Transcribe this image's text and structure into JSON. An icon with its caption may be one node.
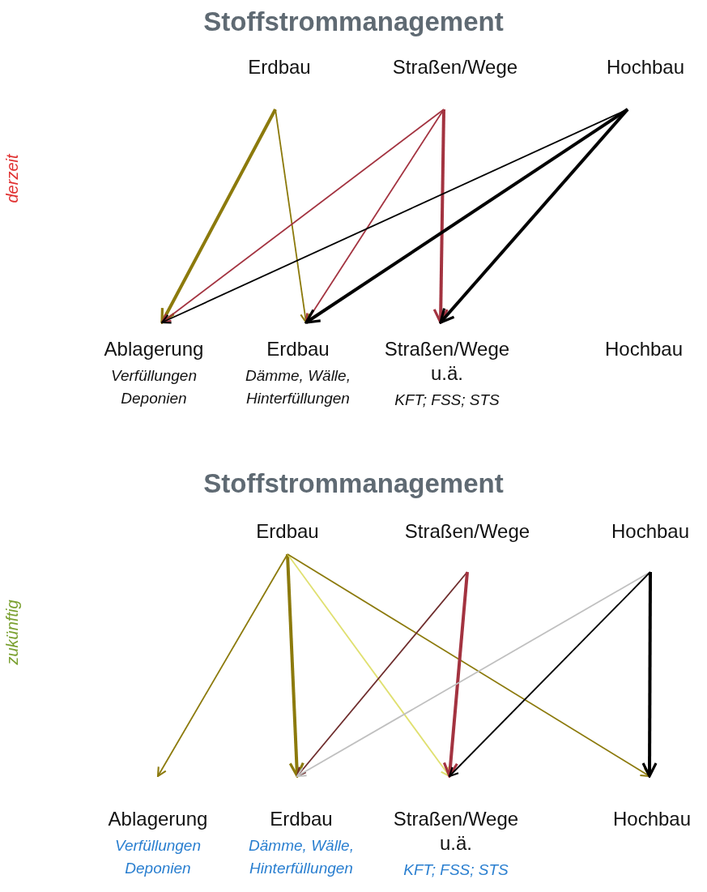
{
  "diagram": {
    "title": "Stoffstrommanagement",
    "nodes": [
      {
        "text": [
          "Erdbau"
        ]
      },
      {
        "text": [
          "Straßen/Wege"
        ]
      },
      {
        "text": [
          "Hochbau"
        ]
      },
      {
        "text": [
          "Ablagerung",
          "Verfüllungen Deponien"
        ]
      },
      {
        "text": [
          "Erdbau",
          "Dämme, Wälle, Hinterfüllungen"
        ]
      },
      {
        "text": [
          "Straßen/Wege u.ä.",
          "KFT; FSS; STS"
        ]
      },
      {
        "text": [
          "Hochbau"
        ]
      },
      {
        "text": [
          "Erdbau"
        ]
      },
      {
        "text": [
          "Straßen/Wege"
        ]
      },
      {
        "text": [
          "Hochbau"
        ]
      },
      {
        "text": [
          "Ablagerung",
          "Verfüllungen Deponien"
        ]
      },
      {
        "text": [
          "Erdbau",
          "Dämme, Wälle, Hinterfüllungen"
        ]
      },
      {
        "text": [
          "Straßen/Wege u.ä.",
          "KFT; FSS; STS"
        ]
      },
      {
        "text": [
          "Hochbau"
        ]
      }
    ],
    "edges": [
      {
        "from": 0,
        "to": 3,
        "arrow": "to",
        "style": "thick",
        "color": "#8c7a0c"
      },
      {
        "from": 0,
        "to": 4,
        "arrow": "to",
        "color": "#8c7a0c"
      },
      {
        "from": 1,
        "to": 3,
        "arrow": "to",
        "color": "#a33340"
      },
      {
        "from": 1,
        "to": 4,
        "arrow": "to",
        "color": "#a33340"
      },
      {
        "from": 1,
        "to": 5,
        "arrow": "to",
        "style": "thick",
        "color": "#a33340"
      },
      {
        "from": 2,
        "to": 3,
        "arrow": "to",
        "color": "#000000"
      },
      {
        "from": 2,
        "to": 4,
        "arrow": "to",
        "style": "thick",
        "color": "#000000"
      },
      {
        "from": 2,
        "to": 5,
        "arrow": "to",
        "style": "thick",
        "color": "#000000"
      },
      {
        "from": 7,
        "to": 10,
        "arrow": "to",
        "color": "#8c7a0c"
      },
      {
        "from": 7,
        "to": 11,
        "arrow": "to",
        "style": "thick",
        "color": "#8c7a0c"
      },
      {
        "from": 7,
        "to": 12,
        "arrow": "to",
        "color": "#e0e070"
      },
      {
        "from": 7,
        "to": 13,
        "arrow": "to",
        "color": "#8c7a0c"
      },
      {
        "from": 8,
        "to": 11,
        "arrow": "to",
        "color": "#6e2c2c"
      },
      {
        "from": 8,
        "to": 12,
        "arrow": "to",
        "style": "thick",
        "color": "#a33340"
      },
      {
        "from": 9,
        "to": 11,
        "arrow": "to",
        "color": "#c0c0c0"
      },
      {
        "from": 9,
        "to": 12,
        "arrow": "to",
        "color": "#000000"
      },
      {
        "from": 9,
        "to": 13,
        "arrow": "to",
        "style": "thick",
        "color": "#000000"
      }
    ],
    "labels": [
      "derzeit",
      "Stoffstrommanagement",
      "zukünftig"
    ]
  }
}
